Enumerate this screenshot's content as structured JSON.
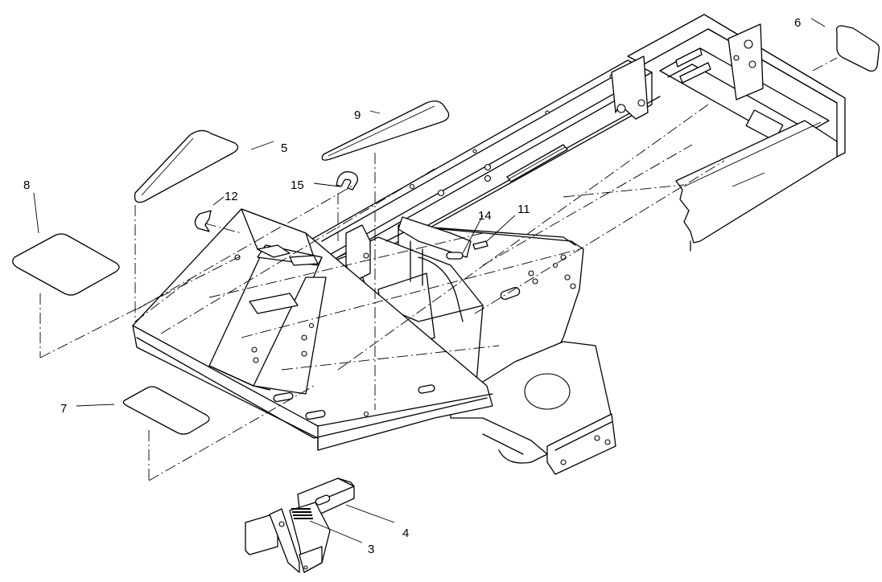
{
  "callouts": {
    "c3": "3",
    "c4": "4",
    "c5": "5",
    "c6": "6",
    "c7": "7",
    "c8": "8",
    "c9": "9",
    "c11": "11",
    "c12": "12",
    "c14": "14",
    "c15": "15"
  }
}
